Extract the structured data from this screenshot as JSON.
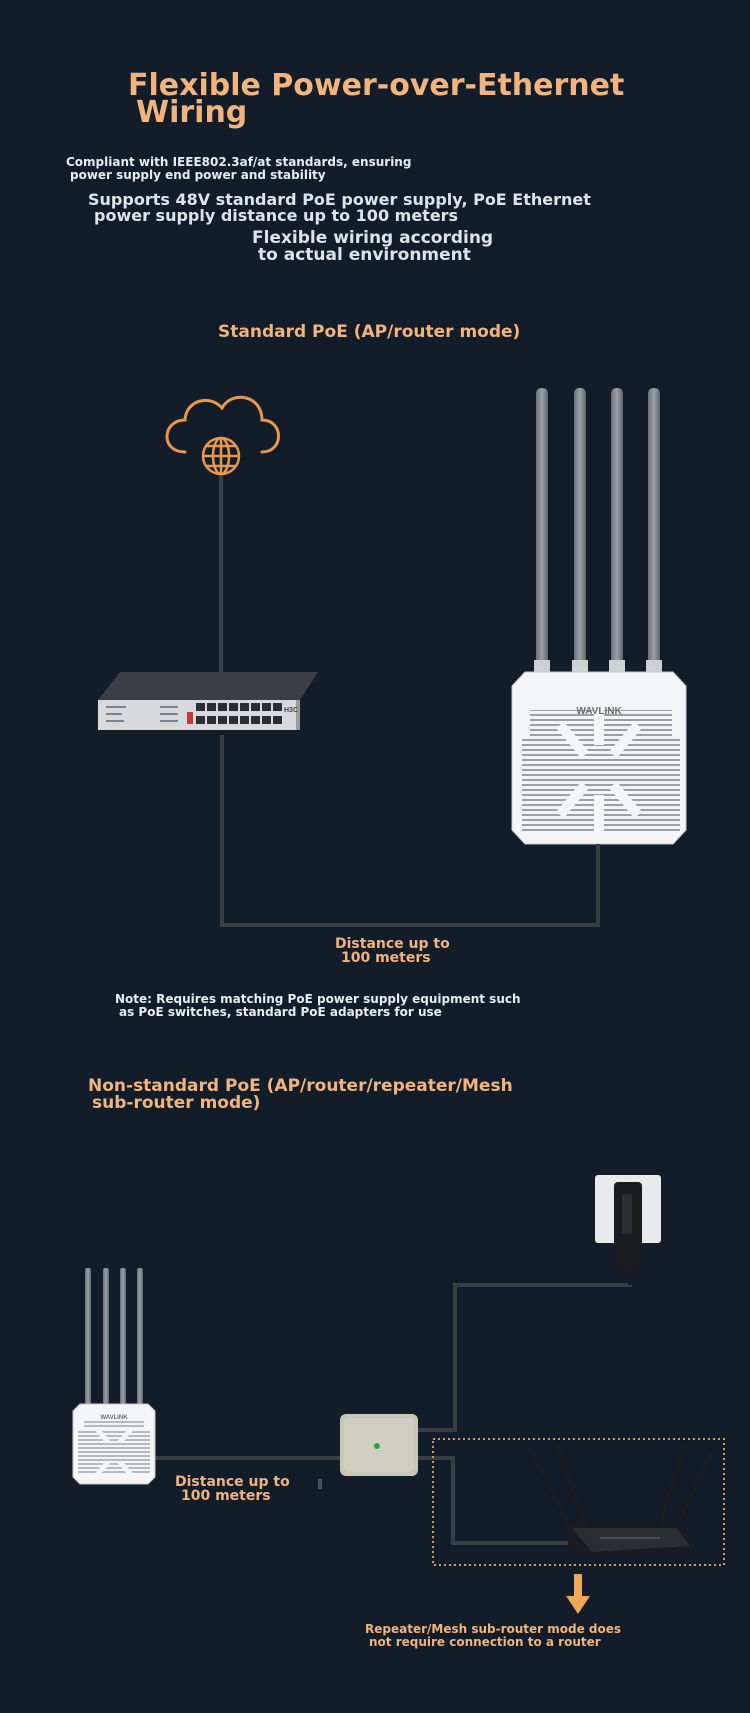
{
  "title": {
    "line1": "Flexible Power-over-Ethernet",
    "line2": "Wiring"
  },
  "compliance": {
    "line1": "Compliant with IEEE802.3af/at standards, ensuring",
    "line2": "power supply end power and stability"
  },
  "supports": {
    "line1": "Supports 48V standard PoE power supply, PoE Ethernet",
    "line2": "power supply distance up to 100 meters"
  },
  "flexible": {
    "line1": "Flexible wiring according",
    "line2": "to actual environment"
  },
  "section1": {
    "heading": "Standard PoE (AP/router mode)",
    "distance_line1": "Distance up to",
    "distance_line2": "100 meters",
    "note_line1": "Note: Requires matching PoE power supply equipment such",
    "note_line2": "as PoE switches, standard PoE adapters for use",
    "switch_brand": "H3C",
    "router_brand": "WAVLINK"
  },
  "section2": {
    "heading_line1": "Non-standard PoE (AP/router/repeater/Mesh",
    "heading_line2": "sub-router mode)",
    "distance_line1": "Distance up to",
    "distance_line2": "100 meters",
    "repeater_line1": "Repeater/Mesh sub-router mode does",
    "repeater_line2": "not require connection to a router",
    "router_brand": "WAVLINK"
  },
  "colors": {
    "background": "#131c29",
    "accent": "#f0b47c",
    "cable": "#3a3d42"
  }
}
